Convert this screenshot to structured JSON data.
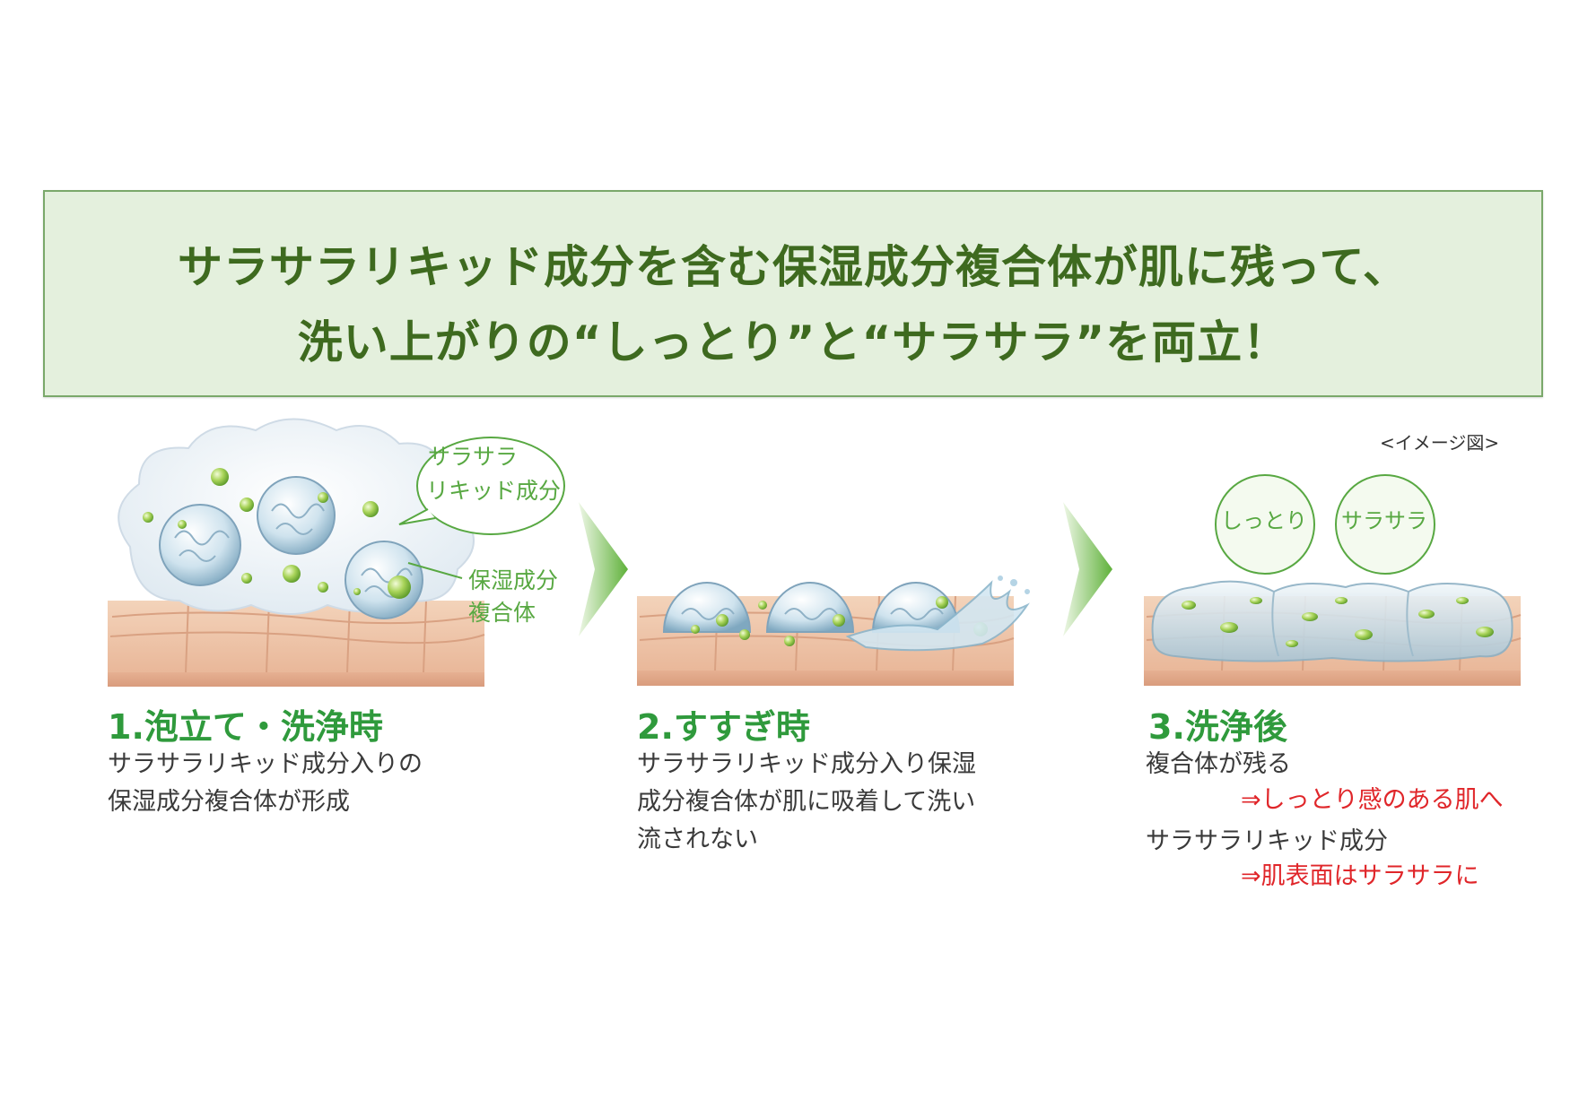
{
  "banner": {
    "line1": "サラサラリキッド成分を含む保湿成分複合体が肌に残って、",
    "line2": "洗い上がりの“しっとり”と“サラサラ”を両立！"
  },
  "image_note": "<イメージ図>",
  "step1": {
    "title": "1.泡立て・洗浄時",
    "desc_line1": "サラサラリキッド成分入りの",
    "desc_line2": "保湿成分複合体が形成",
    "callout_liquid_line1": "サラサラ",
    "callout_liquid_line2": "リキッド成分",
    "label_complex_line1": "保湿成分",
    "label_complex_line2": "複合体"
  },
  "step2": {
    "title": "2.すすぎ時",
    "desc_line1": "サラサラリキッド成分入り保湿",
    "desc_line2": "成分複合体が肌に吸着して洗い",
    "desc_line3": "流されない"
  },
  "step3": {
    "title": "3.洗浄後",
    "desc_line1": "複合体が残る",
    "result1": "⇒しっとり感のある肌へ",
    "desc_line2": "サラサラリキッド成分",
    "result2": "⇒肌表面はサラサラに",
    "badge_moist": "しっとり",
    "badge_smooth": "サラサラ"
  },
  "colors": {
    "banner_bg": "#e4f0dd",
    "banner_text": "#3e6a1f",
    "step_title": "#2f9a3c",
    "result_red": "#e0262a",
    "skin": "#efc6a8",
    "arrow_green": "#6dbb4a"
  }
}
